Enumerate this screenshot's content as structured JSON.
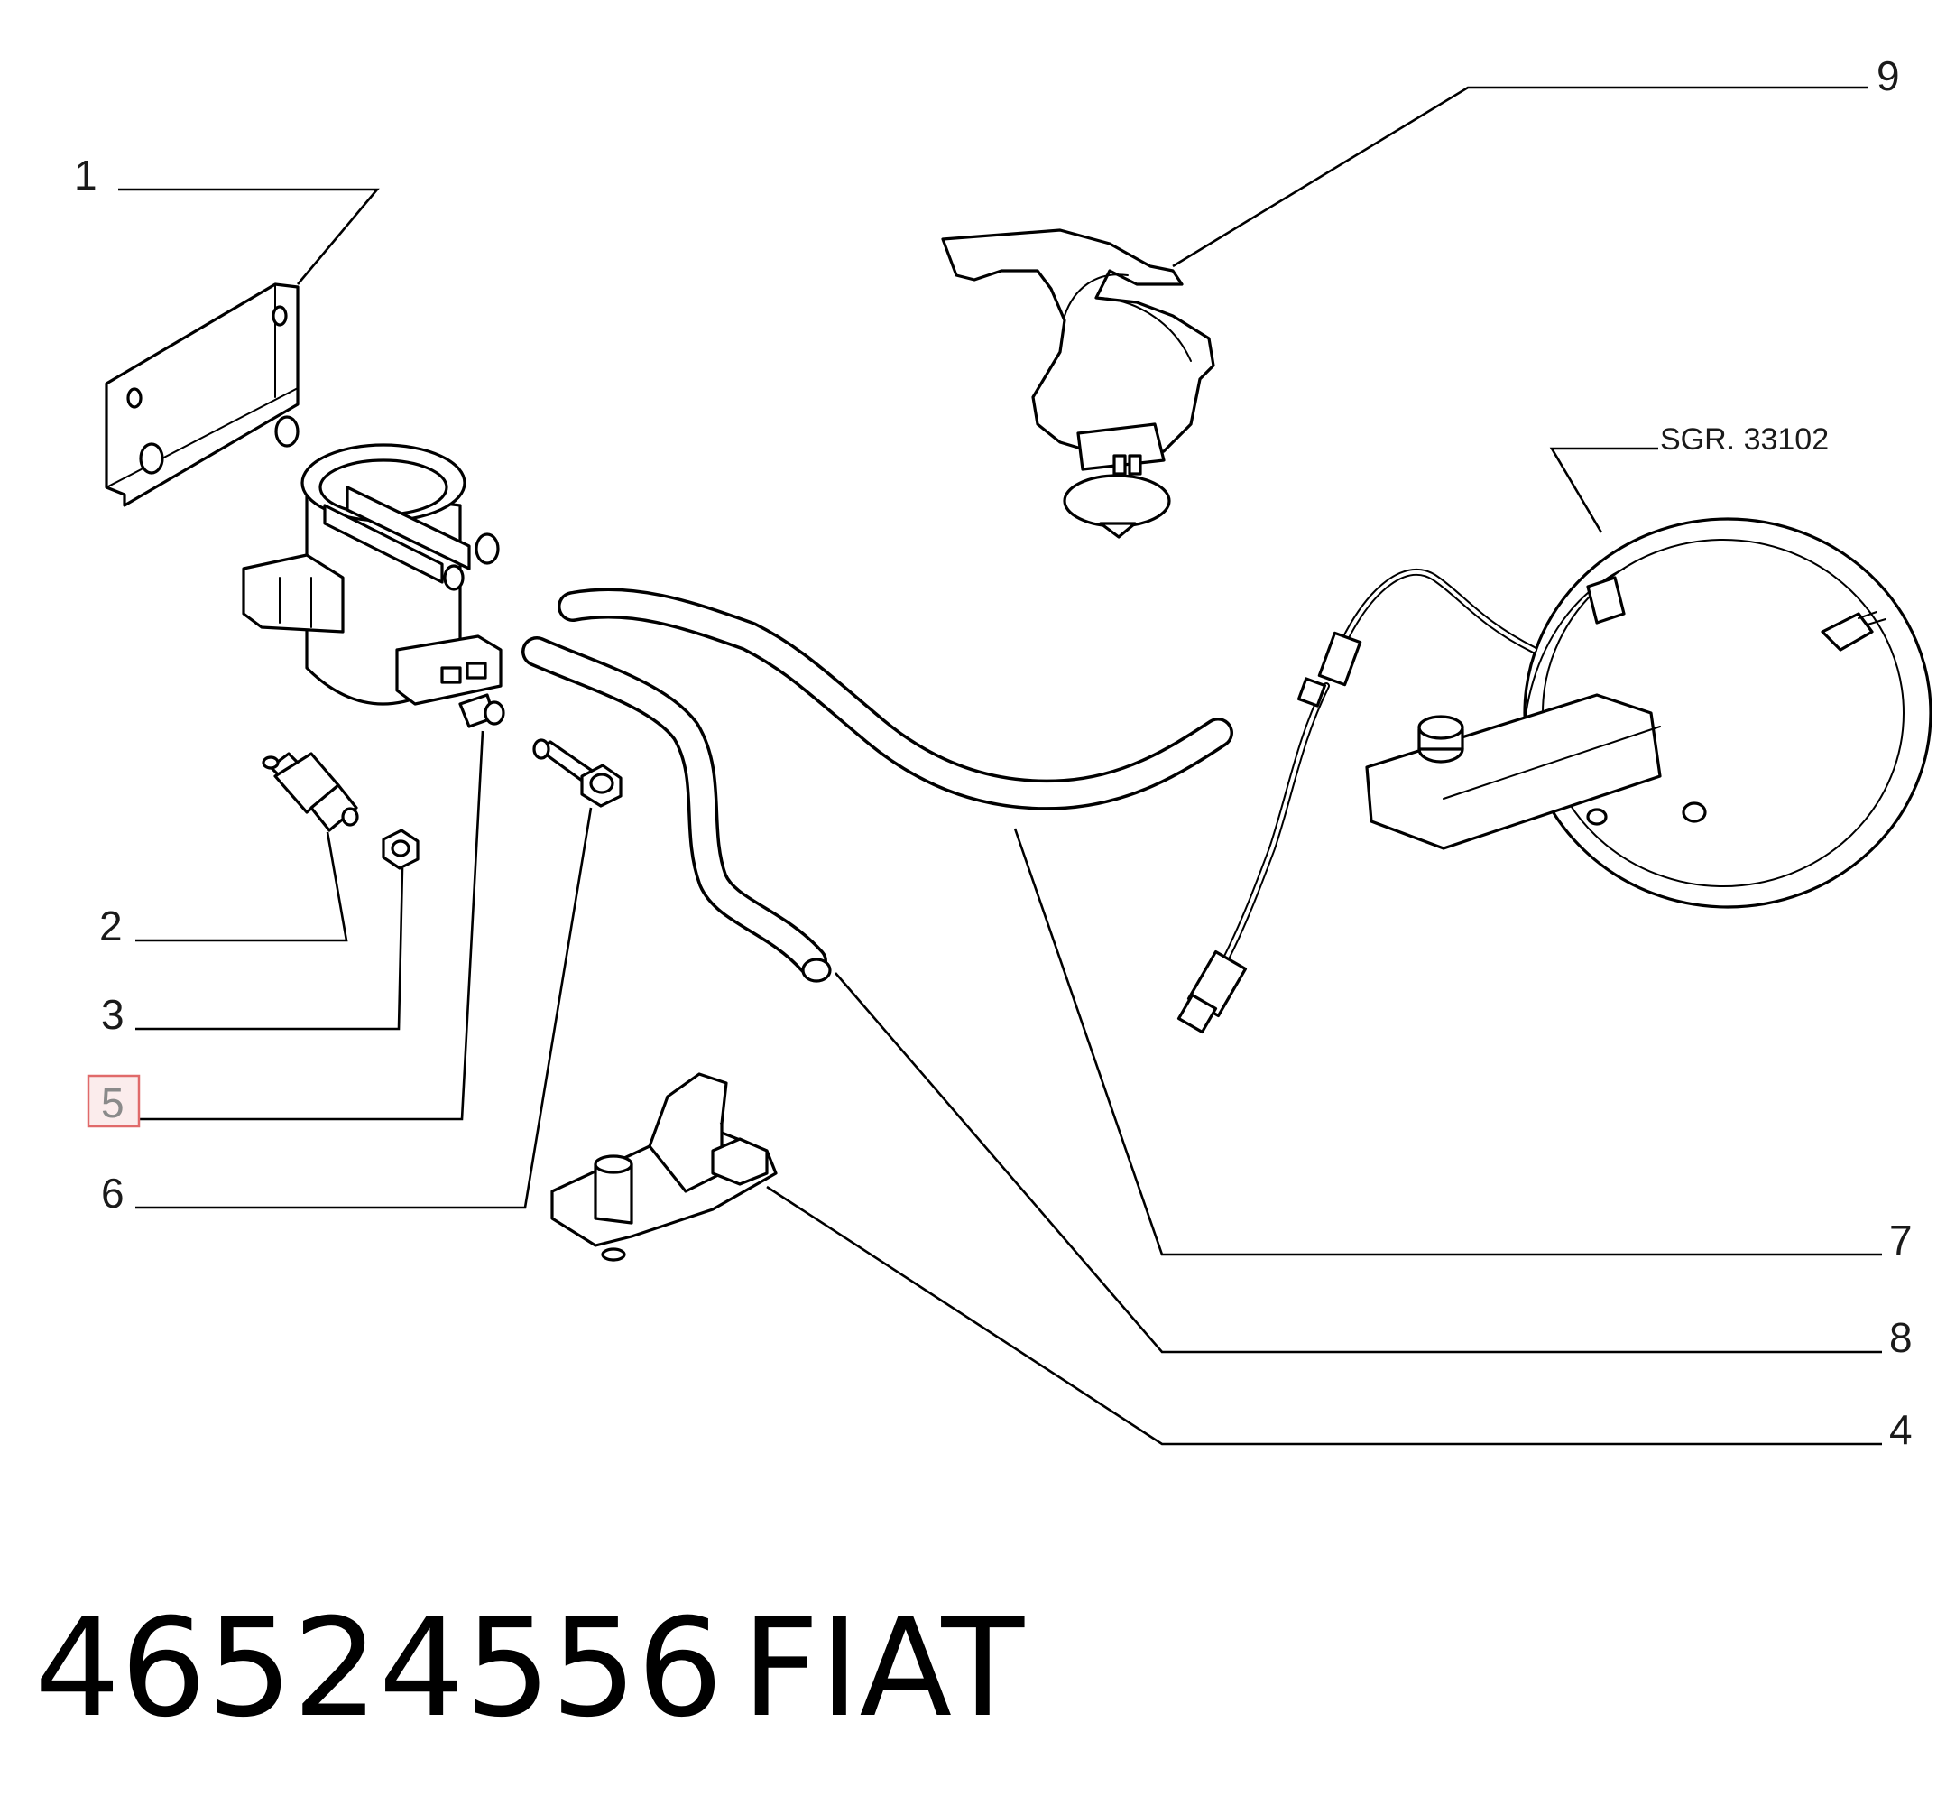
{
  "diagram": {
    "reference_label": "SGR. 33102",
    "callouts": [
      {
        "id": "1",
        "label": "1"
      },
      {
        "id": "2",
        "label": "2"
      },
      {
        "id": "3",
        "label": "3"
      },
      {
        "id": "5",
        "label": "5",
        "highlighted": true
      },
      {
        "id": "6",
        "label": "6"
      },
      {
        "id": "9",
        "label": "9"
      },
      {
        "id": "7",
        "label": "7"
      },
      {
        "id": "8",
        "label": "8"
      },
      {
        "id": "4",
        "label": "4"
      }
    ],
    "highlight_color": "#e06a6a"
  },
  "footer": {
    "part_number": "46524556",
    "brand": "FIAT"
  }
}
